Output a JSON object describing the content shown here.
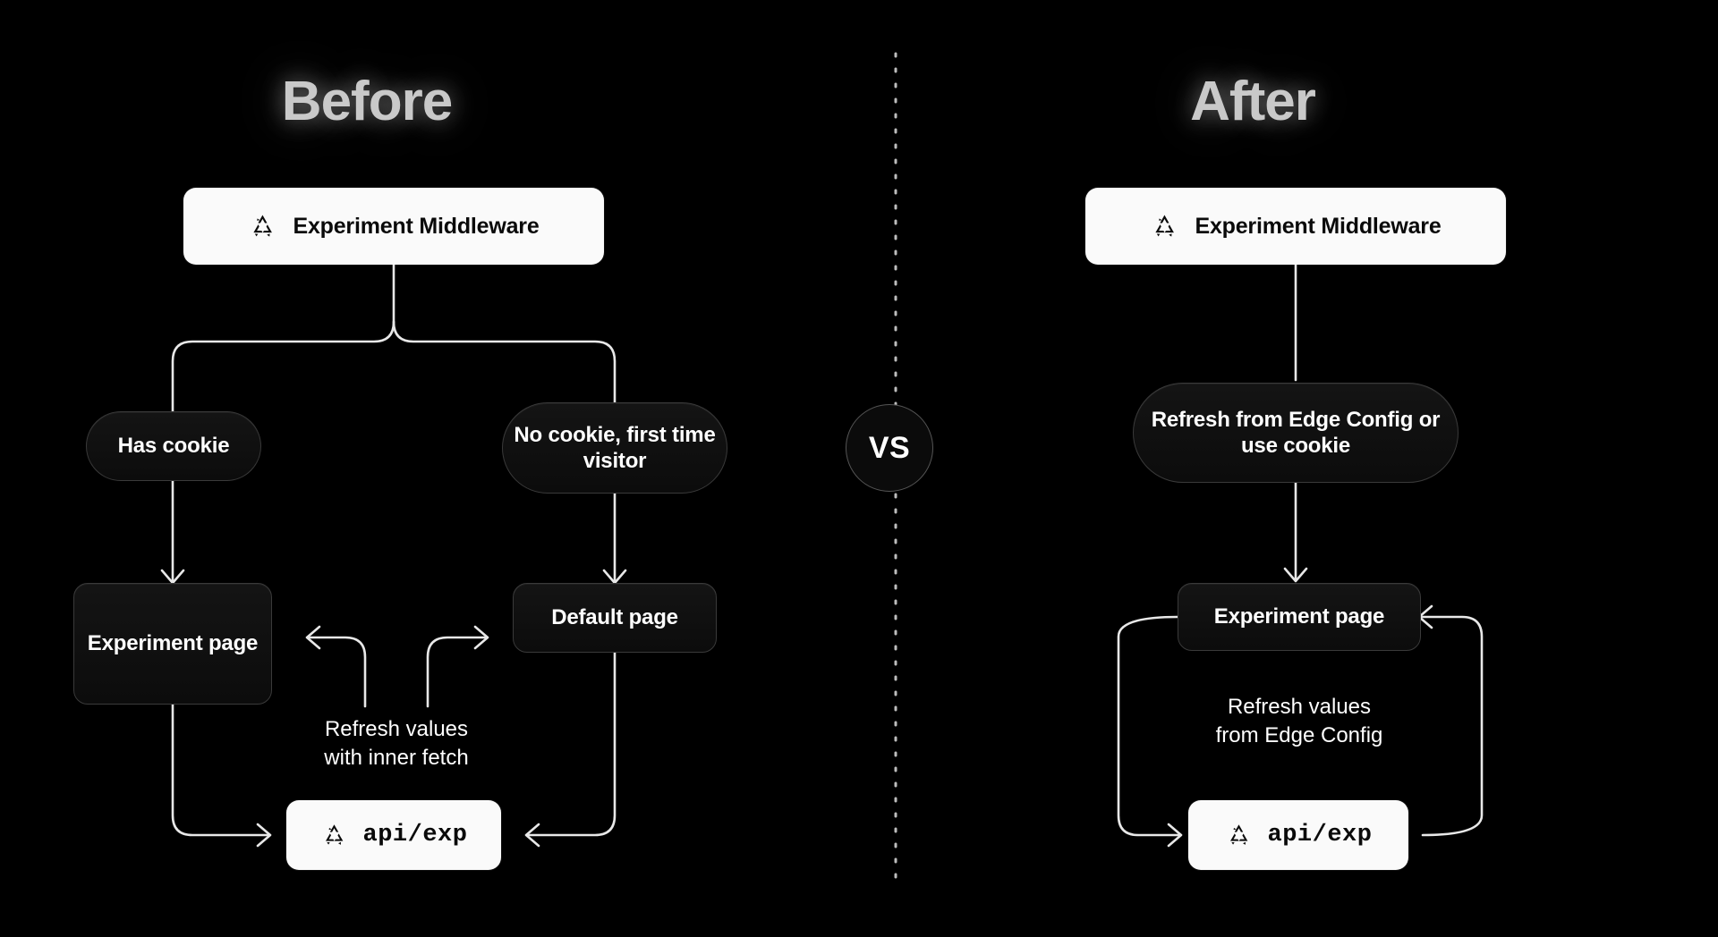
{
  "page": {
    "background_color": "#000000",
    "accent_text_color": "#c9c9c9",
    "node_dark_color": "#101010",
    "node_white_color": "#fafafa",
    "connector_color": "#e8e8e8"
  },
  "comparison": {
    "vs_label": "VS"
  },
  "before": {
    "title": "Before",
    "middleware": {
      "icon": "vercel-triangle-refresh-icon",
      "label": "Experiment Middleware"
    },
    "branch_has_cookie": "Has cookie",
    "branch_no_cookie": "No cookie,\nfirst time visitor",
    "experiment_page": "Experiment\npage",
    "default_page": "Default page",
    "refresh_caption": "Refresh values\nwith inner fetch",
    "api_endpoint": {
      "icon": "vercel-triangle-refresh-icon",
      "label": "api/exp"
    }
  },
  "after": {
    "title": "After",
    "middleware": {
      "icon": "vercel-triangle-refresh-icon",
      "label": "Experiment Middleware"
    },
    "refresh_node": "Refresh from Edge\nConfig or use cookie",
    "experiment_page": "Experiment page",
    "refresh_caption": "Refresh values\nfrom Edge Config",
    "api_endpoint": {
      "icon": "vercel-triangle-refresh-icon",
      "label": "api/exp"
    }
  }
}
